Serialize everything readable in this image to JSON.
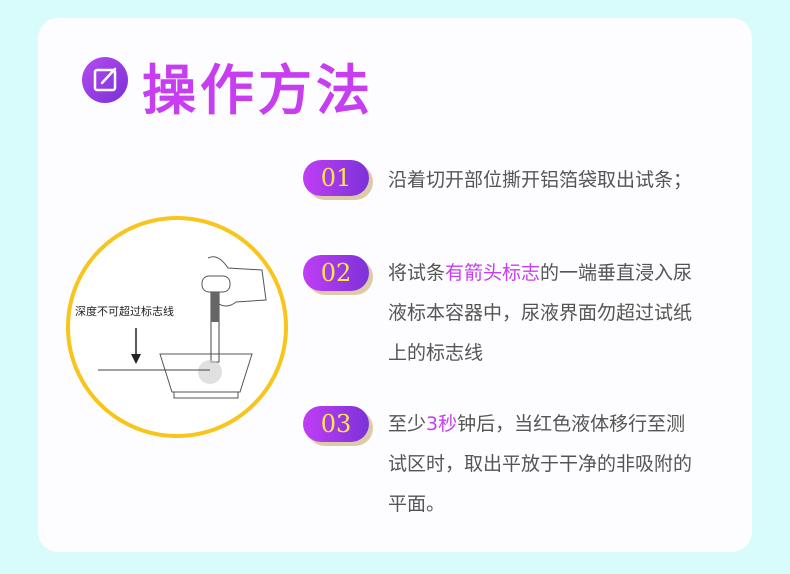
{
  "header": {
    "title": "操作方法",
    "icon": "edit-icon"
  },
  "illustration": {
    "caption": "深度不可超过标志线"
  },
  "steps": [
    {
      "number": "01",
      "text": "沿着切开部位撕开铝箔袋取出试条；"
    },
    {
      "number": "02",
      "pre": "将试条",
      "highlight": "有箭头标志",
      "post": "的一端垂直浸入尿液标本容器中，尿液界面勿超过试纸上的标志线"
    },
    {
      "number": "03",
      "pre": "至少",
      "highlight": "3秒",
      "post": "钟后，当红色液体移行至测试区时，取出平放于干净的非吸附的平面。"
    }
  ],
  "colors": {
    "accent": "#c73ef0",
    "badge_text": "#ffe64a",
    "ring": "#f7c51c"
  }
}
